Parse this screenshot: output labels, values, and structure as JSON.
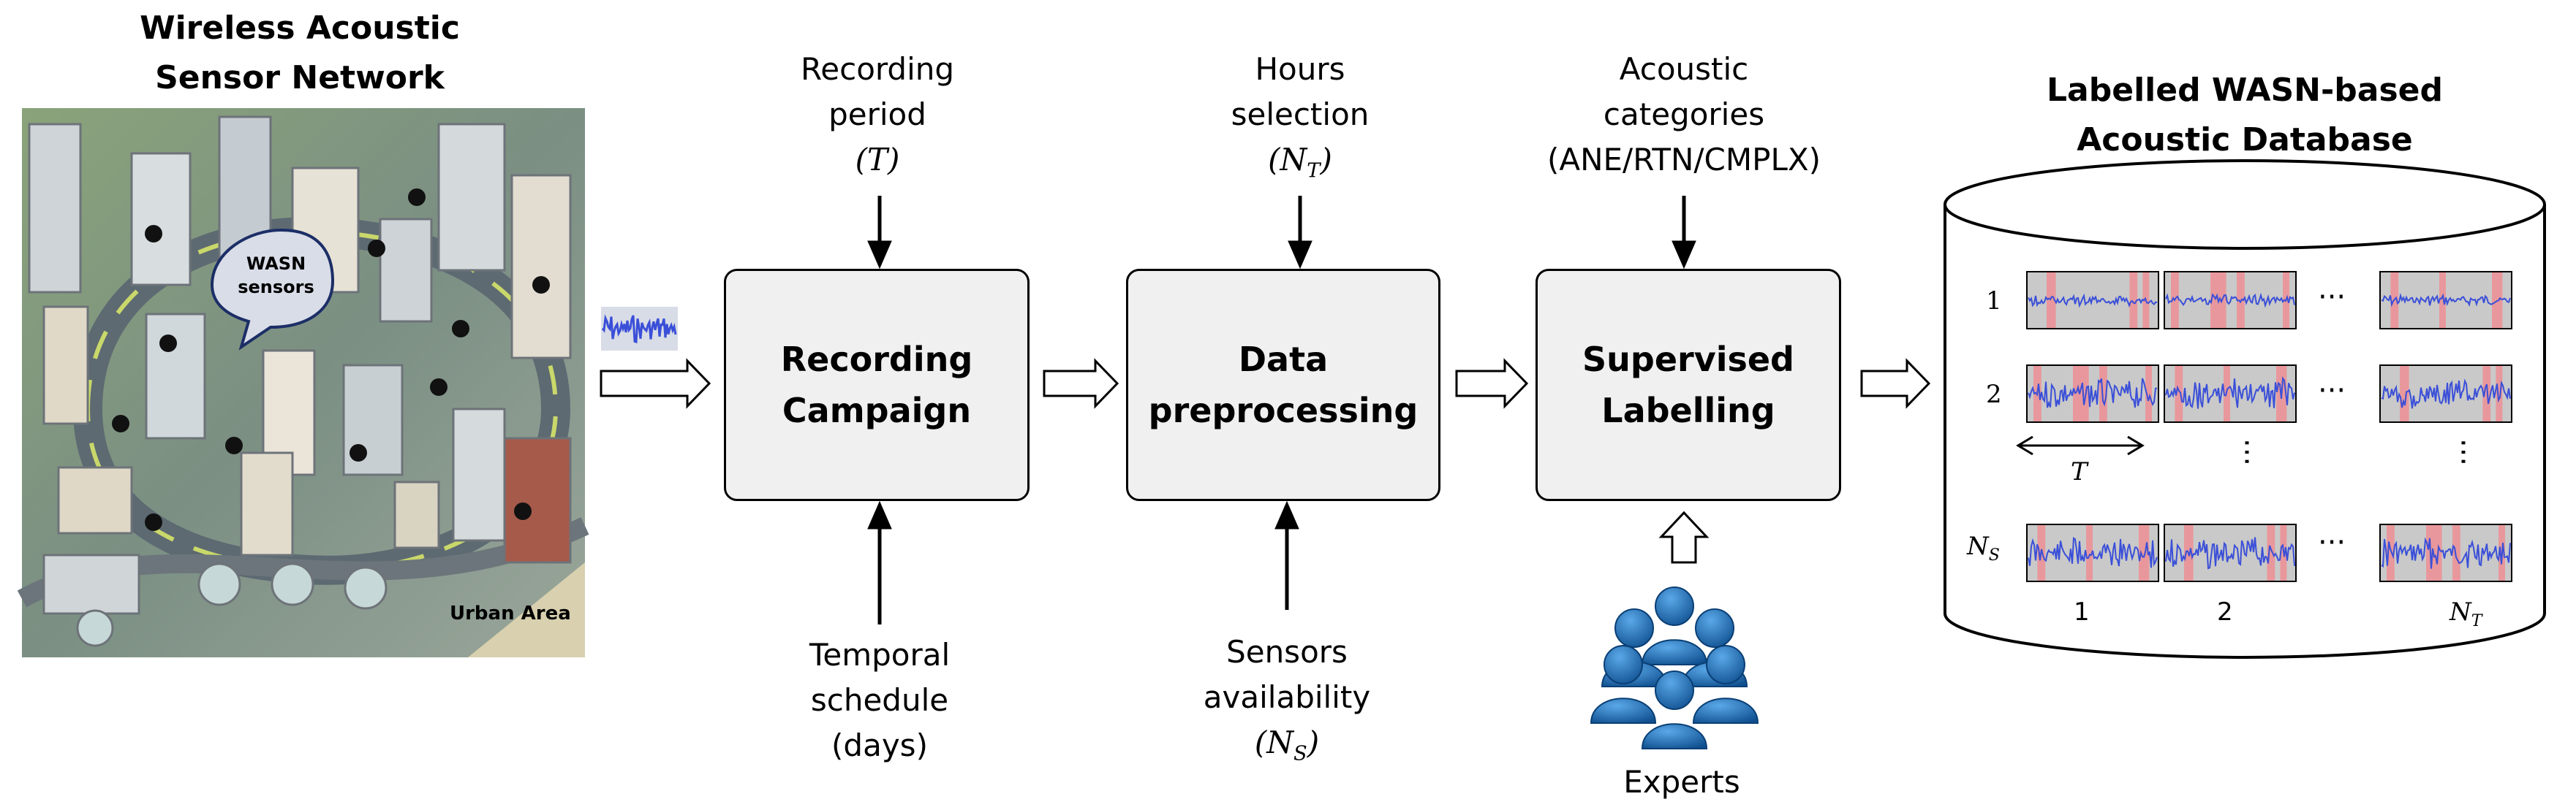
{
  "wasn": {
    "title_line1": "Wireless Acoustic",
    "title_line2": "Sensor Network",
    "bubble_line1": "WASN",
    "bubble_line2": "sensors",
    "area_label": "Urban Area"
  },
  "boxes": {
    "recording_line1": "Recording",
    "recording_line2": "Campaign",
    "preprocessing_line1": "Data",
    "preprocessing_line2": "preprocessing",
    "labelling_line1": "Supervised",
    "labelling_line2": "Labelling"
  },
  "inputs_top": {
    "recording_period_line1": "Recording",
    "recording_period_line2": "period",
    "recording_period_var": "(T)",
    "hours_line1": "Hours",
    "hours_line2": "selection",
    "hours_var": "(N_T)",
    "categories_line1": "Acoustic",
    "categories_line2": "categories",
    "categories_line3": "(ANE/RTN/CMPLX)"
  },
  "inputs_bottom": {
    "temporal_line1": "Temporal",
    "temporal_line2": "schedule",
    "temporal_line3": "(days)",
    "sensors_line1": "Sensors",
    "sensors_line2": "availability",
    "sensors_var": "(N_S)",
    "experts": "Experts"
  },
  "database": {
    "title_line1": "Labelled WASN-based",
    "title_line2": "Acoustic Database",
    "row_labels": [
      "1",
      "2",
      "N_S"
    ],
    "col_labels": [
      "1",
      "2",
      "N_T"
    ],
    "period_label": "T",
    "ellipsis": "···"
  },
  "colors": {
    "box_fill": "#f0f0f0",
    "waveform": "#3a4fd8",
    "label_band": "#e8989c",
    "clip_bg": "#c9c9c9",
    "people": "#1e6fb8"
  }
}
